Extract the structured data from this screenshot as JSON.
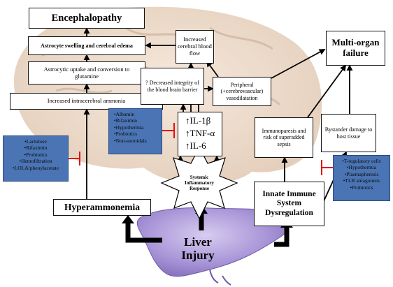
{
  "colors": {
    "treatment_box": "#4a74b4",
    "liver": "#a693d6",
    "brain": "#e5cbb3",
    "arrow": "#000000",
    "inhibit": "#e01010"
  },
  "nodes": {
    "encephalopathy": "Encephalopathy",
    "astrocyte_swelling": "Astrocyte swelling and cerebral edema",
    "astrocytic_uptake": "Astrocytic uptake and conversion to glutamine",
    "intracerebral_ammonia": "Increased intracerebral ammonia",
    "hyperammonemia": "Hyperammonemia",
    "cerebral_blood_flow": "Increased cerebral blood flow",
    "bbb_integrity": "? Decreased integrity of the blood brain barrier",
    "peripheral_vasodilatation": "Peripheral (+cerebrovascular) vasodilatation",
    "cytokine_il1": "↑IL-1β",
    "cytokine_tnf": "↑TNF-α",
    "cytokine_il6": "↑IL-6",
    "sirs": "Systemic Inflammatory Response",
    "liver_injury": "Liver Injury",
    "multi_organ_failure": "Multi-organ failure",
    "immunoparesis": "Immunoparesis and risk of superadded sepsis",
    "bystander_damage": "Bystander damage to host tissue",
    "innate_immune": "Innate Immune System Dysregulation"
  },
  "treatments": {
    "ammonia": [
      "•Lactulose",
      "•Rifaximin",
      "•Probiotics",
      "•Hemofiltration",
      "•LOLA/phenylacetate"
    ],
    "inflammation": [
      "•Albumin",
      "•Rifaximin",
      "•Hypothermia",
      "•Probiotics",
      "•Non-steroidals"
    ],
    "immune": [
      "•T-regulatory cells",
      "•Hypothermia",
      "•Plasmapheresis",
      "•TLR antagonists",
      "•Probiotics"
    ]
  }
}
